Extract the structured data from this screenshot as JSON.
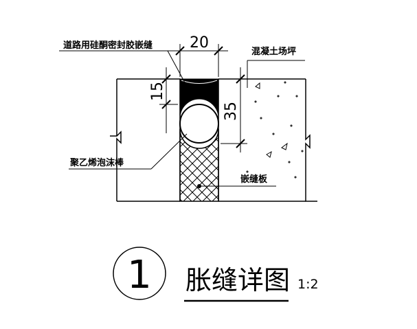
{
  "labels": {
    "sealant": "道路用硅酮密封胶嵌缝",
    "concrete": "混凝土场坪",
    "backer_rod": "聚乙烯泡沫棒",
    "filler_board": "嵌缝板"
  },
  "dimensions": {
    "width": "20",
    "sealant_depth": "15",
    "total_depth": "35"
  },
  "title": {
    "number": "1",
    "text": "胀缝详图",
    "scale": "1:2"
  }
}
